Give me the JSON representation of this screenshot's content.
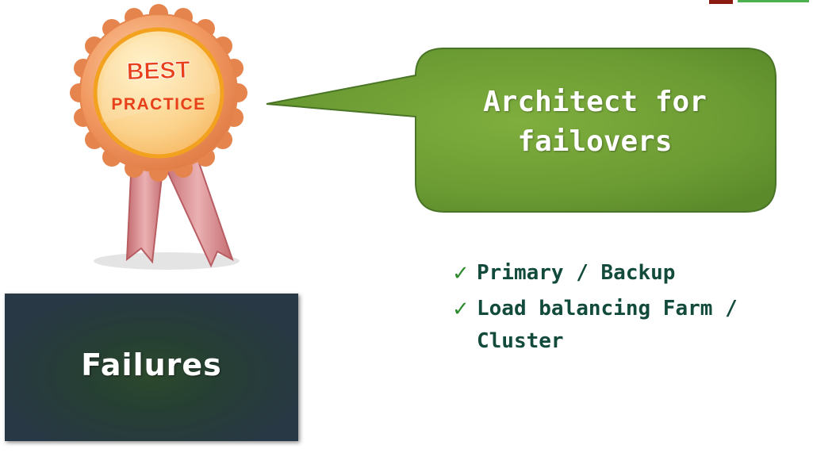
{
  "badge": {
    "line1": "BEST",
    "line2": "PRACTICE"
  },
  "callout": {
    "line1": "Architect for",
    "line2": "failovers"
  },
  "bullets": {
    "items": [
      {
        "icon": "check-icon",
        "label": "Primary / Backup"
      },
      {
        "icon": "check-icon",
        "label": "Load balancing Farm / Cluster"
      }
    ]
  },
  "failures_box": {
    "label": "Failures"
  },
  "colors": {
    "callout_green": "#6a9a32",
    "bullet_text": "#124a3c",
    "check_green": "#2e8b2e",
    "badge_orange": "#f0a060",
    "badge_text_red": "#e8401a",
    "ribbon_pink": "#d9868a",
    "box_dark": "#283845"
  }
}
